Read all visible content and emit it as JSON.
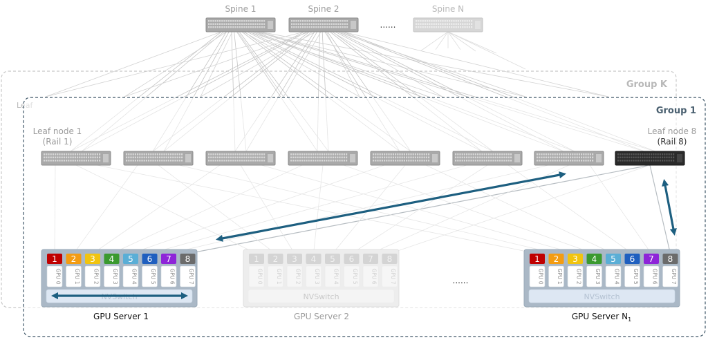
{
  "spines": [
    {
      "label": "Spine 1",
      "faded": false
    },
    {
      "label": "Spine 2",
      "faded": false
    },
    {
      "label": "Spine N",
      "faded": true
    }
  ],
  "spine_ellipsis": "......",
  "groups": {
    "back_title": "Group K",
    "back_leaf_fragment": "Leaf",
    "front_title": "Group 1"
  },
  "leaf_first": {
    "line1": "Leaf node 1",
    "line2": "(Rail 1)"
  },
  "leaf_last": {
    "line1": "Leaf node 8",
    "line2": "(Rail 8)"
  },
  "gpu_numbers": [
    "1",
    "2",
    "3",
    "4",
    "5",
    "6",
    "7",
    "8"
  ],
  "gpu_names": [
    "GPU 0",
    "GPU 1",
    "GPU 2",
    "GPU 3",
    "GPU 4",
    "GPU 5",
    "GPU 6",
    "GPU 7"
  ],
  "rail_colors": [
    "#c00000",
    "#f39c12",
    "#f1c40f",
    "#3a9a2f",
    "#5aaed6",
    "#1f5fbf",
    "#8e24d8",
    "#6b6b6b"
  ],
  "switch_label": "NVSwitch",
  "servers": [
    {
      "name": "GPU Server 1",
      "faded": false
    },
    {
      "name": "GPU Server 2",
      "faded": true
    },
    {
      "name": "GPU Server N",
      "name_sub": "1",
      "faded": false
    }
  ],
  "server_ellipsis": "......",
  "arrow_color": "#1d5f80"
}
